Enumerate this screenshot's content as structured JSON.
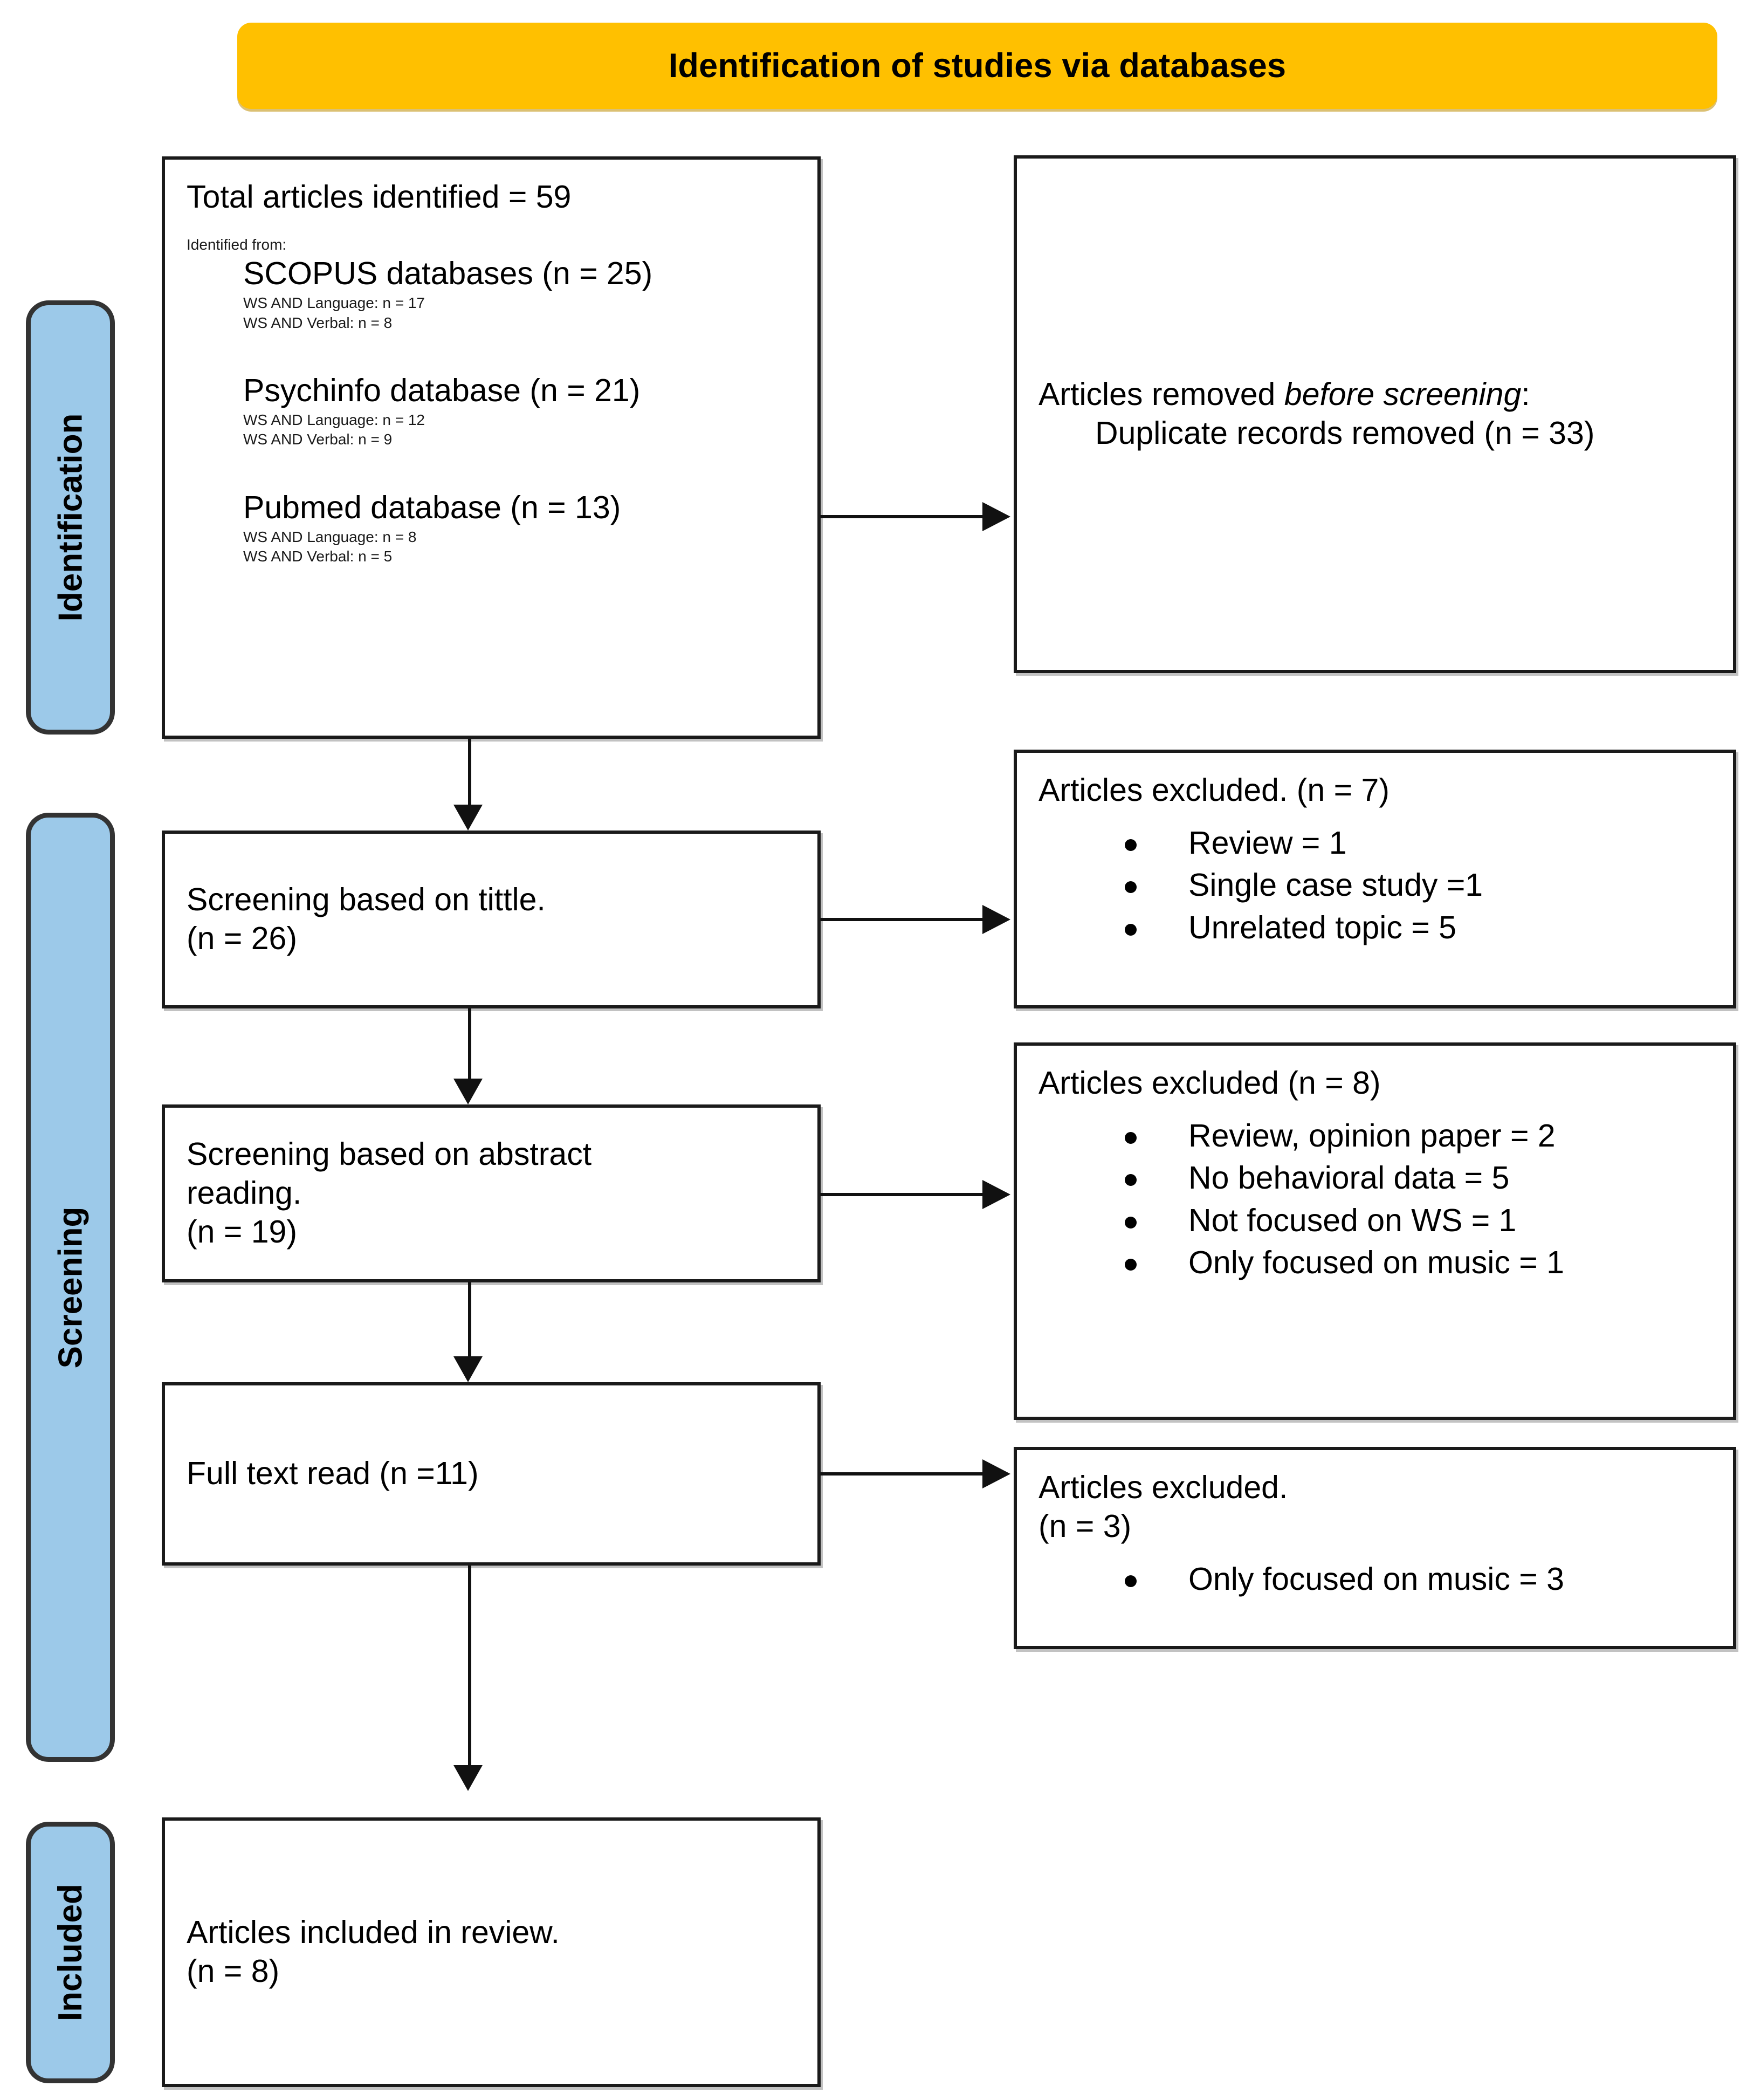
{
  "banner": {
    "title": "Identification of studies via databases"
  },
  "phases": [
    {
      "id": "identification",
      "label": "Identification"
    },
    {
      "id": "screening",
      "label": "Screening"
    },
    {
      "id": "included",
      "label": "Included"
    }
  ],
  "boxes": {
    "identified": {
      "total": "Total articles identified = 59",
      "identified_from": "Identified from:",
      "sources": [
        {
          "name": "SCOPUS databases (n = 25)",
          "details": [
            "WS AND Language: n = 17",
            "WS AND Verbal: n = 8"
          ]
        },
        {
          "name": "Psychinfo database (n = 21)",
          "details": [
            "WS AND Language: n = 12",
            "WS AND Verbal: n = 9"
          ]
        },
        {
          "name": "Pubmed database (n = 13)",
          "details": [
            "WS AND Language: n = 8",
            "WS AND Verbal: n = 5"
          ]
        }
      ]
    },
    "removed": {
      "lead": "Articles removed ",
      "lead_italic": "before screening",
      "lead_tail": ":",
      "detail": "Duplicate records removed (n = 33)"
    },
    "screening_title": {
      "line1": "Screening based on tittle.",
      "line2": "(n = 26)"
    },
    "excluded_1": {
      "heading": "Articles excluded. (n = 7)",
      "items": [
        "Review = 1",
        "Single case study =1",
        "Unrelated topic = 5"
      ]
    },
    "screening_abstract": {
      "line1": "Screening based on abstract",
      "line2": "reading.",
      "line3": "(n = 19)"
    },
    "excluded_2": {
      "heading": "Articles excluded (n = 8)",
      "items": [
        "Review, opinion paper = 2",
        "No behavioral data = 5",
        "Not focused on WS = 1",
        "Only focused on music = 1"
      ]
    },
    "fulltext": {
      "line1": "Full text read (n =11)"
    },
    "excluded_3": {
      "heading": "Articles excluded.",
      "count": "(n = 3)",
      "items": [
        "Only focused on music = 3"
      ]
    },
    "included": {
      "line1": "Articles included in review.",
      "line2": "(n = 8)"
    }
  },
  "colors": {
    "banner": "#FFC000",
    "phase_fill": "#9CC9E9",
    "phase_border": "#333333",
    "box_border": "#1a1a1a",
    "connector": "#111111"
  }
}
